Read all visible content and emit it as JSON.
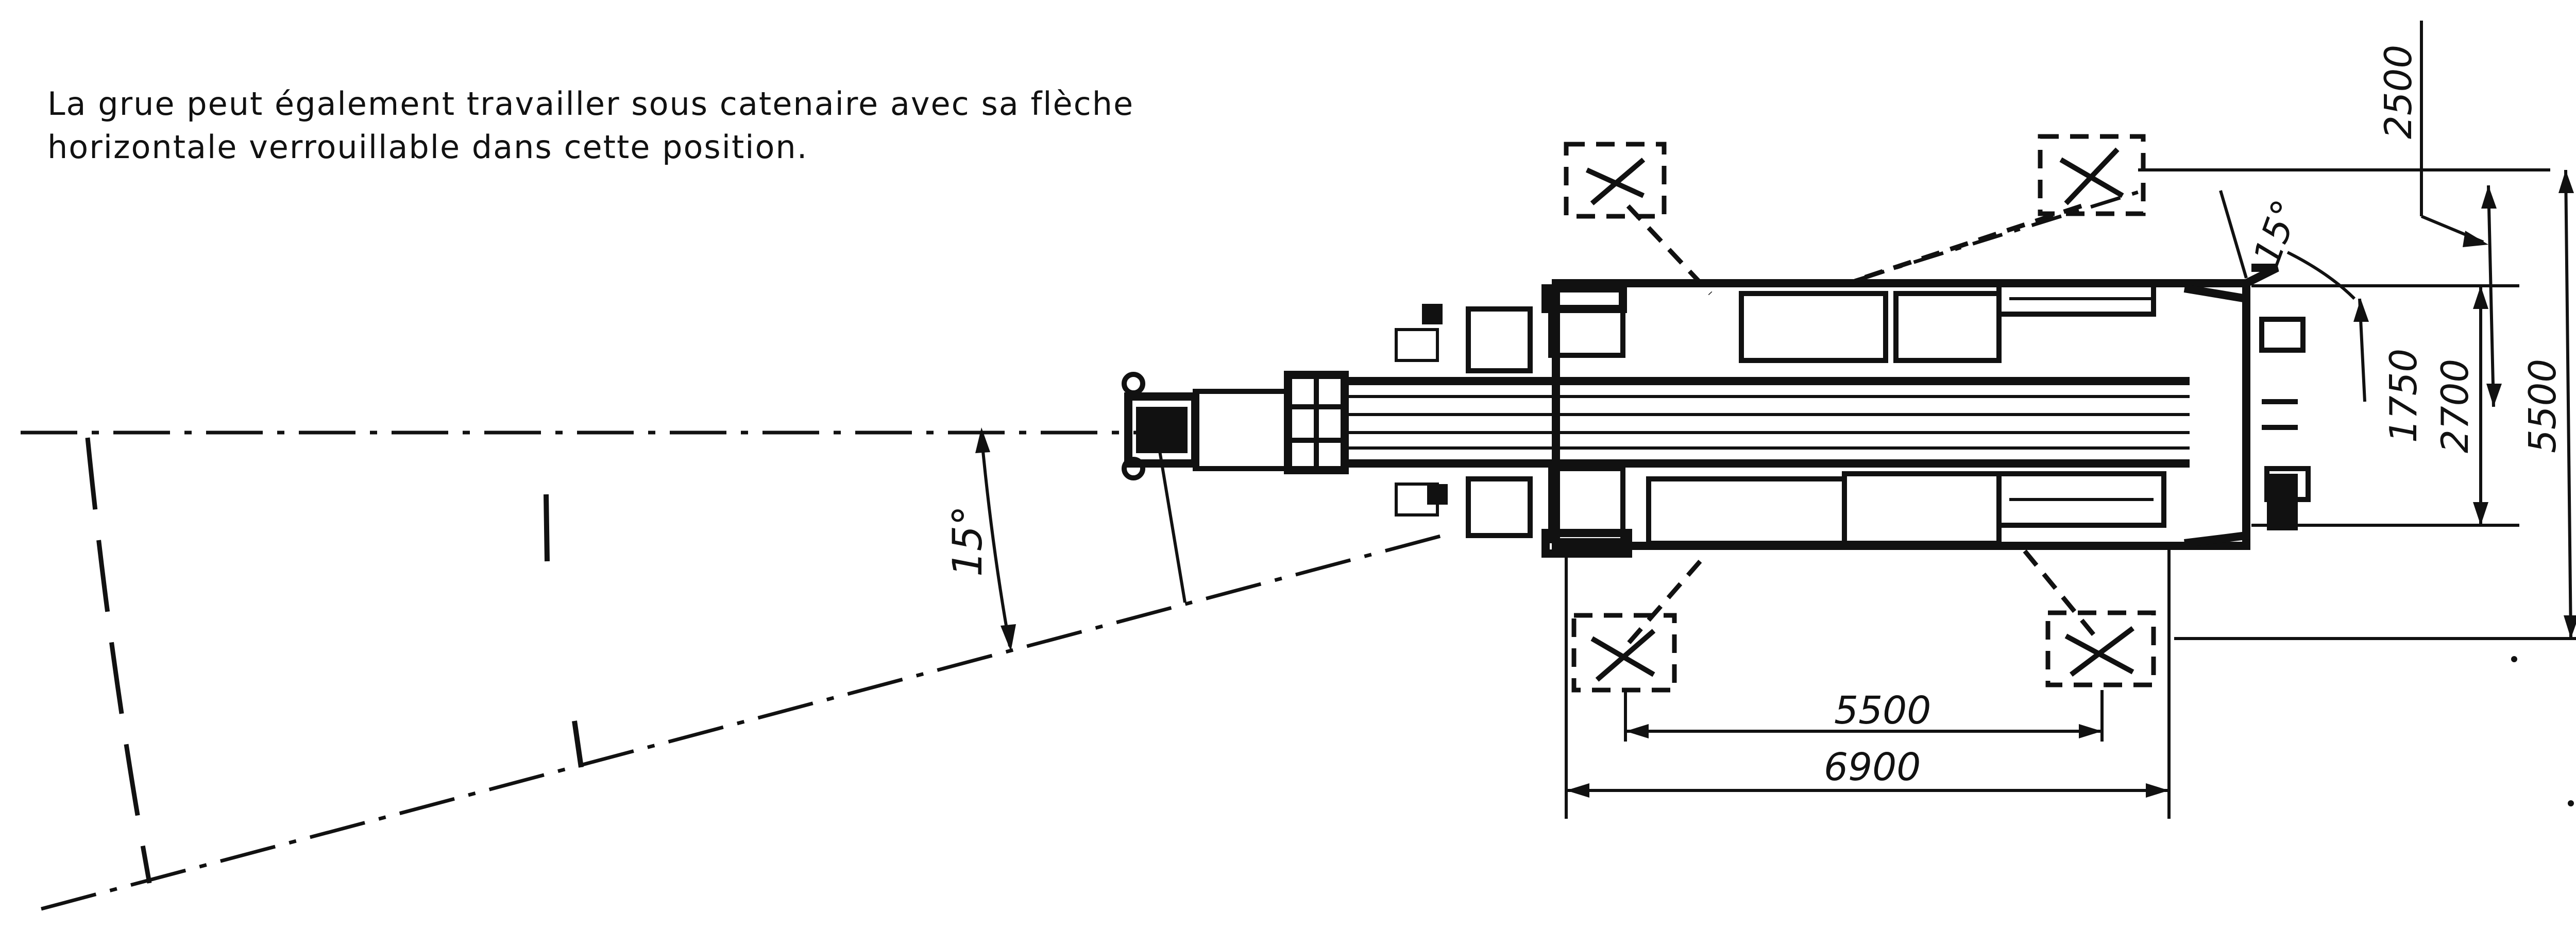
{
  "caption": {
    "line1": "La grue peut également travailler sous catenaire avec sa flèche",
    "line2": "horizontale verrouillable dans cette position."
  },
  "dimensions": {
    "left_angle": "15°",
    "right_angle": "15°",
    "outrigger_inner": "5500",
    "outrigger_outer": "6900",
    "height_top": "2500",
    "height_total": "5500",
    "width_outer": "2700",
    "width_inner": "1750"
  },
  "colors": {
    "ink": "#111111",
    "paper": "#ffffff"
  }
}
